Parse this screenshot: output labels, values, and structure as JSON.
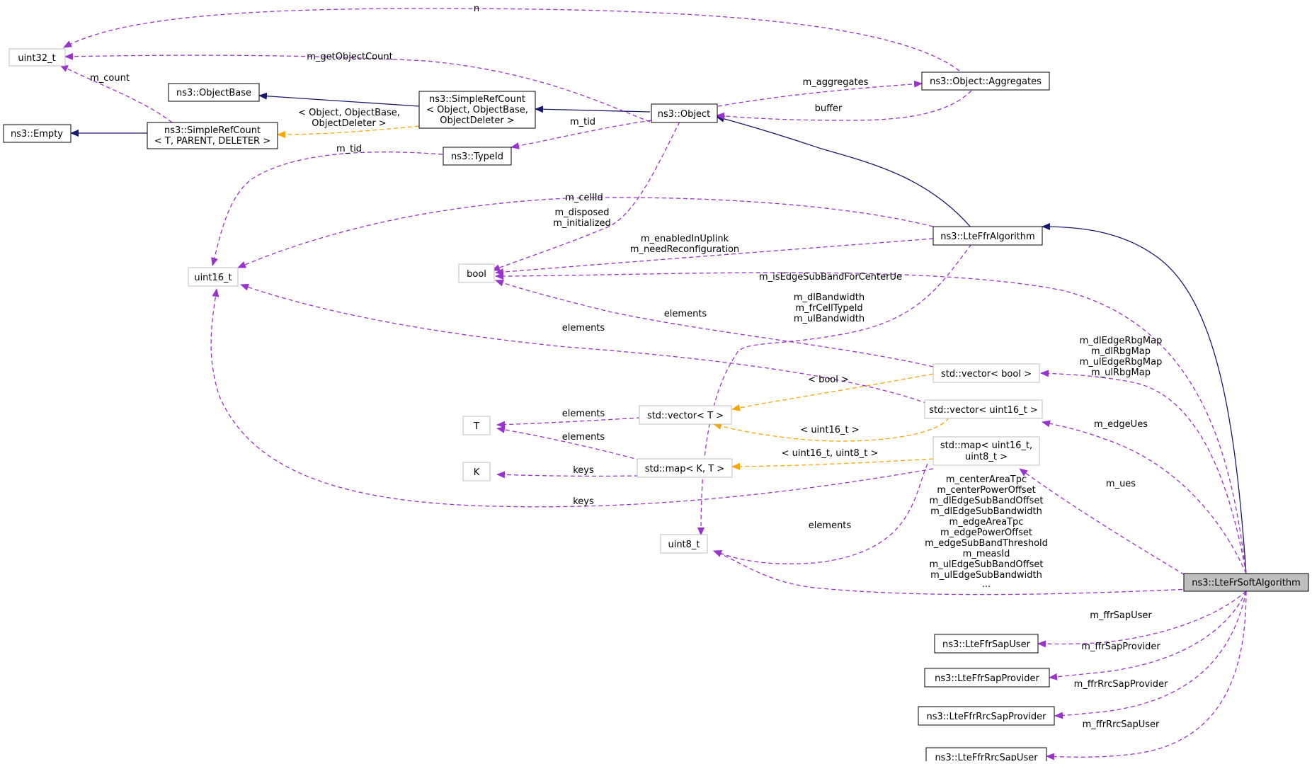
{
  "nodes": {
    "uint32": "uint32_t",
    "empty": "ns3::Empty",
    "objectbase": "ns3::ObjectBase",
    "srcTpd": [
      "ns3::SimpleRefCount",
      "< T, PARENT, DELETER >"
    ],
    "srcObj": [
      "ns3::SimpleRefCount",
      "< Object, ObjectBase,",
      "ObjectDeleter >"
    ],
    "object": "ns3::Object",
    "aggregates": "ns3::Object::Aggregates",
    "typeid": "ns3::TypeId",
    "uint16": "uint16_t",
    "bool": "bool",
    "lteffr": "ns3::LteFfrAlgorithm",
    "vecbool": "std::vector< bool >",
    "vecu16": "std::vector< uint16_t >",
    "mapu16": [
      "std::map< uint16_t,",
      "uint8_t >"
    ],
    "T": "T",
    "vecT": "std::vector< T >",
    "K": "K",
    "mapKT": "std::map< K, T >",
    "uint8": "uint8_t",
    "main": "ns3::LteFrSoftAlgorithm",
    "sapUser": "ns3::LteFfrSapUser",
    "sapProvider": "ns3::LteFfrSapProvider",
    "rrcProvider": "ns3::LteFfrRrcSapProvider",
    "rrcUser": "ns3::LteFfrRrcSapUser"
  },
  "edge_labels": {
    "n": "n",
    "getObjectCount": "m_getObjectCount",
    "count": "m_count",
    "aggregates": "m_aggregates",
    "buffer": "buffer",
    "objectTemplate": [
      "< Object, ObjectBase,",
      "ObjectDeleter >"
    ],
    "tidObject": "m_tid",
    "tidTypeId": "m_tid",
    "cellId": "m_cellId",
    "disposed": [
      "m_disposed",
      "m_initialized"
    ],
    "enabledInUplink": [
      "m_enabledInUplink",
      "m_needReconfiguration"
    ],
    "isEdgeSubBand": "m_isEdgeSubBandForCenterUe",
    "dlBandwidth": [
      "m_dlBandwidth",
      "m_frCellTypeId",
      "m_ulBandwidth"
    ],
    "elementsBool": "elements",
    "elementsU16": "elements",
    "rbgMaps": [
      "m_dlEdgeRbgMap",
      "m_dlRbgMap",
      "m_ulEdgeRbgMap",
      "m_ulRbgMap"
    ],
    "tBool": "< bool >",
    "edgeUes": "m_edgeUes",
    "elementsVecT": "elements",
    "tU16": "< uint16_t >",
    "elementsMapT": "elements",
    "tMap": "< uint16_t, uint8_t >",
    "ues": "m_ues",
    "keysMap": "keys",
    "keysU16": "keys",
    "elementsU8": "elements",
    "u8Members": [
      "m_centerAreaTpc",
      "m_centerPowerOffset",
      "m_dlEdgeSubBandOffset",
      "m_dlEdgeSubBandwidth",
      "m_edgeAreaTpc",
      "m_edgePowerOffset",
      "m_edgeSubBandThreshold",
      "m_measId",
      "m_ulEdgeSubBandOffset",
      "m_ulEdgeSubBandwidth",
      "..."
    ],
    "ffrSapUser": "m_ffrSapUser",
    "ffrSapProvider": "m_ffrSapProvider",
    "ffrRrcSapProvider": "m_ffrRrcSapProvider",
    "ffrRrcSapUser": "m_ffrRrcSapUser"
  },
  "colors": {
    "inheritance": "#191970",
    "usage": "#9a32cd",
    "template": "#ffa500",
    "main_fill": "#bfbfbf",
    "box_border": "#000000",
    "undoc_border": "#bfbfbf"
  }
}
